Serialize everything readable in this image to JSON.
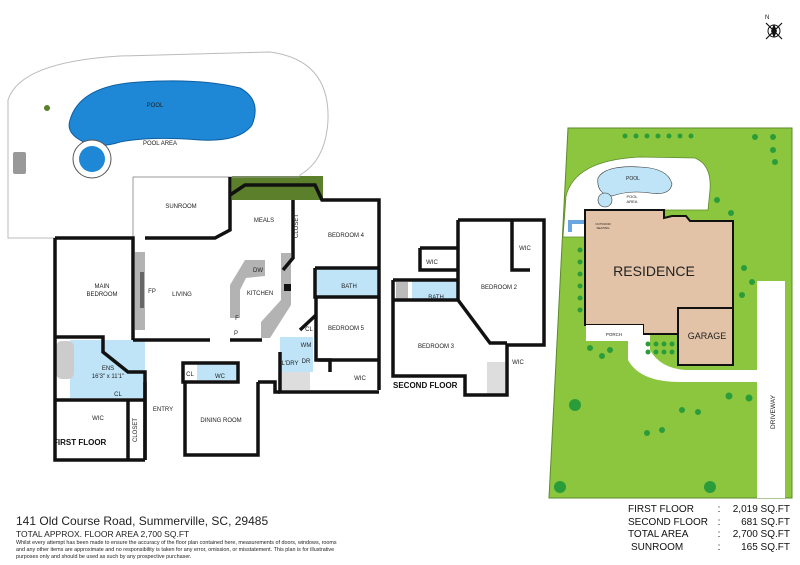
{
  "colors": {
    "wall": "#111111",
    "pool": "#1e88d6",
    "wet_room": "#bfe4f7",
    "lawn": "#8cc63f",
    "residence": "#e2c3a8",
    "planter": "#5b7f2a",
    "fixture": "#b3b3b3"
  },
  "compass": {
    "label": "N",
    "icon": "compass-icon"
  },
  "first_floor": {
    "title": "FIRST FLOOR",
    "outdoor": {
      "pool": "POOL",
      "pool_area": "POOL AREA"
    },
    "rooms": {
      "sunroom": "SUNROOM",
      "meals": "MEALS",
      "closet_a": "CLOSET",
      "bedroom4": "BEDROOM 4",
      "main_bedroom_1": "MAIN",
      "main_bedroom_2": "BEDROOM",
      "fp": "FP",
      "living": "LIVING",
      "dw": "DW",
      "kitchen": "KITCHEN",
      "f": "F",
      "p": "P",
      "bath": "BATH",
      "cl_a": "CL",
      "bedroom5": "BEDROOM 5",
      "wm": "WM",
      "dr": "DR",
      "laundry": "L'DRY",
      "wic_a": "WIC",
      "ens": "ENS",
      "ens_dims": "16'3\" x 11'1\"",
      "cl_b": "CL",
      "cl_c": "CL",
      "wc": "WC",
      "wic_b": "WIC",
      "closet_b": "CLOSET",
      "entry": "ENTRY",
      "dining": "DINING ROOM"
    }
  },
  "second_floor": {
    "title": "SECOND FLOOR",
    "rooms": {
      "wic_a": "WIC",
      "wic_b": "WIC",
      "bedroom2": "BEDROOM 2",
      "bath": "BATH",
      "bedroom3": "BEDROOM 3",
      "wic_c": "WIC"
    }
  },
  "site_plan": {
    "pool": "POOL",
    "pool_area_1": "POOL",
    "pool_area_2": "AREA",
    "seating_1": "OUTDOOR",
    "seating_2": "SEATING",
    "residence": "RESIDENCE",
    "porch": "PORCH",
    "garage": "GARAGE",
    "driveway": "DRIVEWAY"
  },
  "footer": {
    "address": "141 Old Course Road, Summerville, SC, 29485",
    "total": "TOTAL APPROX. FLOOR AREA 2,700 SQ.FT",
    "disclaimer": "Whilst every attempt has been made to ensure the accuracy of the floor plan contained here, measurements of doors, windows, rooms and any other items are approximate and no responsibility is taken for any error, omission, or misstatement. This plan is for illustrative purposes only and should be used as such by any prospective purchaser."
  },
  "areas": [
    {
      "label": "FIRST FLOOR",
      "sep": ":",
      "value": "2,019 SQ.FT"
    },
    {
      "label": "SECOND FLOOR",
      "sep": ":",
      "value": "681 SQ.FT"
    },
    {
      "label": "TOTAL AREA",
      "sep": ":",
      "value": "2,700 SQ.FT"
    },
    {
      "label": "SUNROOM",
      "sep": ":",
      "value": "165 SQ.FT"
    }
  ]
}
